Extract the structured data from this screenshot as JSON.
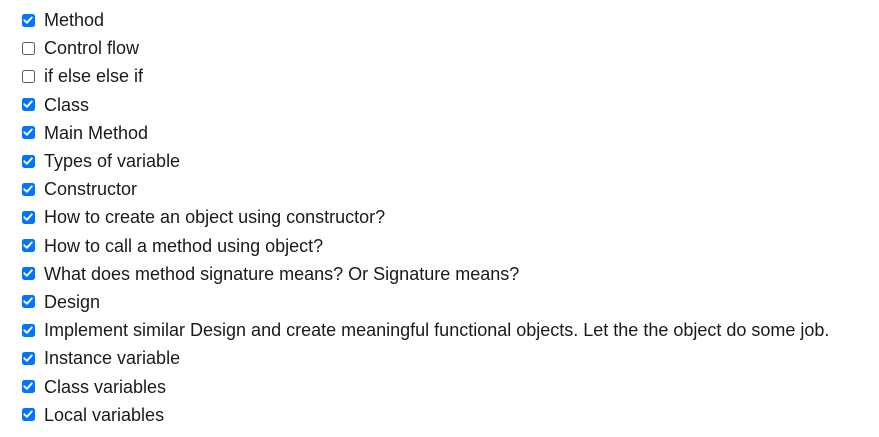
{
  "checklist": {
    "items": [
      {
        "label": "Method",
        "checked": true
      },
      {
        "label": "Control flow",
        "checked": false
      },
      {
        "label": "if else else if",
        "checked": false
      },
      {
        "label": "Class",
        "checked": true
      },
      {
        "label": "Main Method",
        "checked": true
      },
      {
        "label": "Types of variable",
        "checked": true
      },
      {
        "label": "Constructor",
        "checked": true
      },
      {
        "label": "How to create an object using constructor?",
        "checked": true
      },
      {
        "label": "How to call a method using object?",
        "checked": true
      },
      {
        "label": "What does method signature means? Or Signature means?",
        "checked": true
      },
      {
        "label": "Design",
        "checked": true
      },
      {
        "label": "Implement similar Design and create meaningful functional objects. Let the the object do some job.",
        "checked": true
      },
      {
        "label": "Instance variable",
        "checked": true
      },
      {
        "label": "Class variables",
        "checked": true
      },
      {
        "label": "Local variables",
        "checked": true
      }
    ]
  },
  "colors": {
    "checked_fill": "#0075ff",
    "unchecked_border": "#5f5f5f",
    "text": "#1a1a1a"
  }
}
